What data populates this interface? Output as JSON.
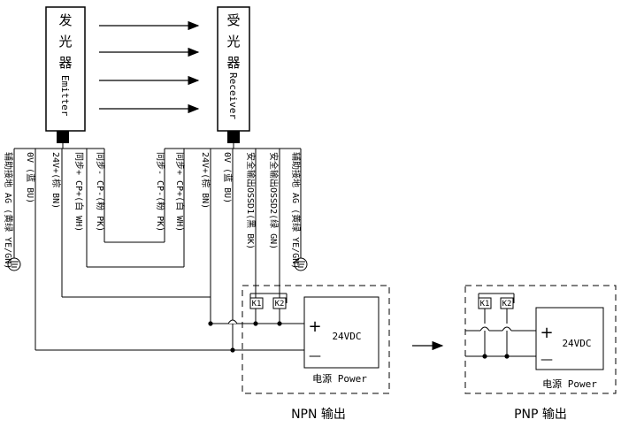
{
  "emitter": {
    "chars": [
      "发",
      "光",
      "器"
    ],
    "latin": "Emitter"
  },
  "receiver": {
    "chars": [
      "受",
      "光",
      "器"
    ],
    "latin": "Receiver"
  },
  "emitter_wires": [
    "辅助接地 AG (黄绿 YE/GN)",
    "0V (蓝 BU)",
    "24V+(棕 BN)",
    "同步+ CP+(白 WH)",
    "同步- CP-(粉 PK)"
  ],
  "receiver_wires": [
    "同步- CP-(粉 PK)",
    "同步+ CP+(白 WH)",
    "24V+(棕 BN)",
    "0V (蓝 BU)",
    "安全输出OSSD1(黑 BK)",
    "安全输出OSSD2(绿 GN)",
    "辅助接地 AG (黄绿 YE/GN)"
  ],
  "npn": {
    "relay1": "K1",
    "relay2": "K2",
    "plus": "+",
    "minus": "—",
    "voltage": "24VDC",
    "power_label": "电源 Power",
    "caption": "NPN 输出"
  },
  "pnp": {
    "relay1": "K1",
    "relay2": "K2",
    "plus": "+",
    "minus": "—",
    "voltage": "24VDC",
    "power_label": "电源 Power",
    "caption": "PNP 输出"
  }
}
